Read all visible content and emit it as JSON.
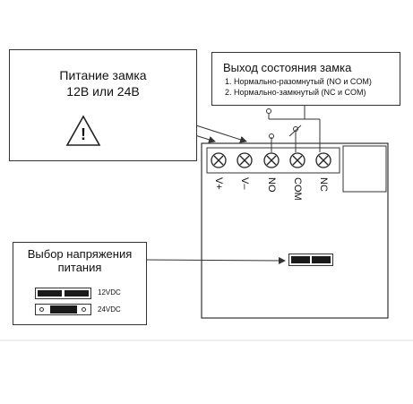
{
  "power_callout": {
    "line1": "Питание замка",
    "line2": "12В или 24В",
    "warning_symbol": "!"
  },
  "status_output_callout": {
    "title": "Выход состояния замка",
    "item1": "1. Нормально-разомнутый (NO и COM)",
    "item2": "2. Нормально-замкнутый (NC и COM)"
  },
  "terminals": [
    "V+",
    "V–",
    "NO",
    "COM",
    "NC"
  ],
  "voltage_select_callout": {
    "line1": "Выбор напряжения",
    "line2": "питания",
    "option_12v": "12VDC",
    "option_24v": "24VDC"
  },
  "icons": {
    "terminal_screw": "x-circle-icon",
    "warning": "warning-triangle-icon"
  },
  "colors": {
    "line": "#333333",
    "fill_dark": "#1a1a1a",
    "background": "#ffffff"
  }
}
